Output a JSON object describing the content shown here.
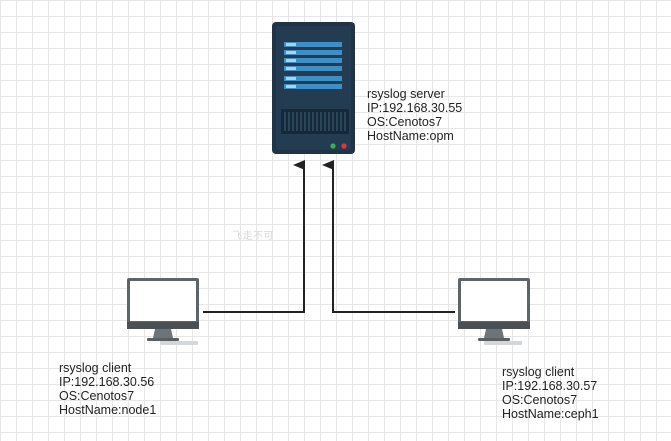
{
  "server": {
    "lines": [
      "rsyslog server",
      "IP:192.168.30.55",
      "OS:Cenotos7",
      "HostName:opm"
    ],
    "led_colors": [
      "#31b54a",
      "#e0353b"
    ]
  },
  "client_left": {
    "lines": [
      "rsyslog client",
      "IP:192.168.30.56",
      "OS:Cenotos7",
      "HostName:node1"
    ]
  },
  "client_right": {
    "lines": [
      "rsyslog client",
      "IP:192.168.30.57",
      "OS:Cenotos7",
      "HostName:ceph1"
    ]
  },
  "watermark": "飞走不可",
  "colors": {
    "server_body": "#1f3446",
    "server_slot": "#3d8fc7",
    "connector": "#222222",
    "monitor_frame": "#5f6468"
  }
}
